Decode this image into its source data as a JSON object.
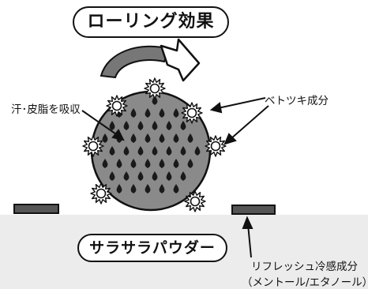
{
  "diagram": {
    "rolling_effect": "ローリング効果",
    "sweat_sebum": "汗･皮脂を吸収",
    "sticky_component": "ベトツキ成分",
    "powder": "サラサラパウダー",
    "refresh_line1": "リフレッシュ冷感成分",
    "refresh_line2": "（メントール/エタノール）"
  },
  "colors": {
    "line": "#111111",
    "ball_fill": "#8a8a8a",
    "base_fill": "#ececec",
    "drop_fill": "#1a1a1a"
  }
}
